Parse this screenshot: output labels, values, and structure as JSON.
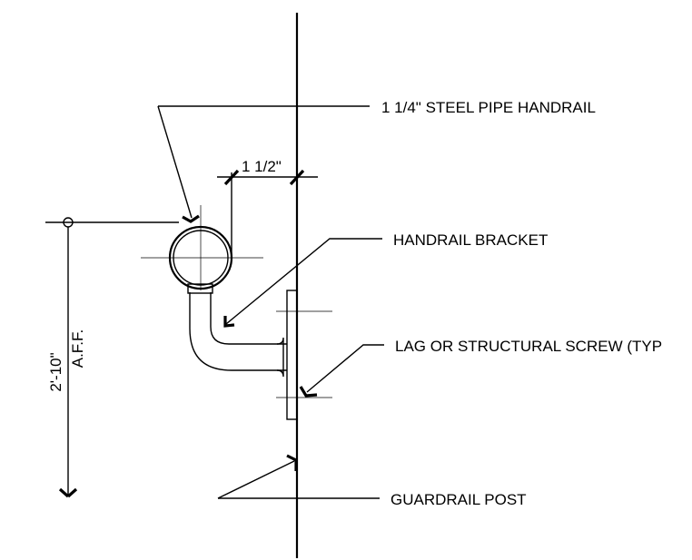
{
  "callouts": {
    "pipe_handrail": "1 1/4\" STEEL PIPE HANDRAIL",
    "handrail_bracket": "HANDRAIL BRACKET",
    "lag_screw": "LAG OR STRUCTURAL SCREW (TYP",
    "guardrail_post": "GUARDRAIL POST"
  },
  "dimensions": {
    "offset": "1 1/2\"",
    "height": "2'-10\"",
    "height_ref": "A.F.F."
  }
}
